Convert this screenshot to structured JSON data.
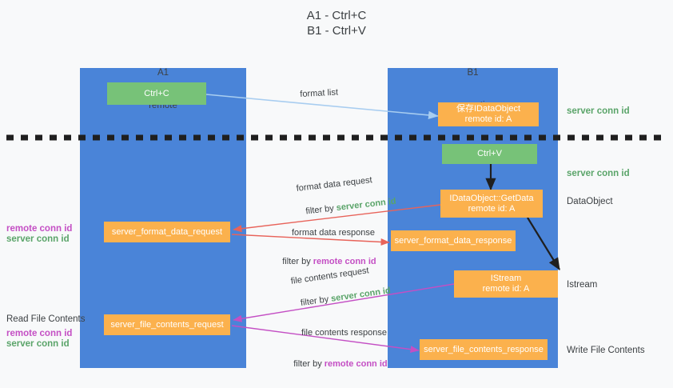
{
  "title": {
    "line1": "A1 - Ctrl+C",
    "line2": "B1 - Ctrl+V"
  },
  "columns": [
    {
      "name": "A1",
      "sub": "remote"
    },
    {
      "name": "B1",
      "sub": "connection"
    }
  ],
  "nodes": {
    "ctrl_c": "Ctrl+C",
    "ctrl_v": "Ctrl+V",
    "save_idataobject": "保存IDataObject\nremote id: A",
    "idataobject_getdata": "IDataObject::GetData\nremote id: A",
    "istream": "IStream\nremote id: A",
    "server_format_data_request": "server_format_data_request",
    "server_format_data_response": "server_format_data_response",
    "server_file_contents_request": "server_file_contents_request",
    "server_file_contents_response": "server_file_contents_response"
  },
  "side_labels": {
    "server_conn_id_top": "server conn id",
    "server_conn_id_mid": "server conn id",
    "dataobject": "DataObject",
    "istream": "Istream",
    "write_file_contents": "Write File Contents",
    "read_file_contents": "Read File Contents",
    "remote_conn_id": "remote conn id",
    "server_conn_id": "server conn id"
  },
  "edge_labels": {
    "format_list": "format list",
    "format_data_request": "format data request",
    "format_data_request_filter_pre": "filter by ",
    "format_data_request_filter_key": "server conn id",
    "format_data_response": "format data response",
    "format_data_response_filter_pre": "filter by ",
    "format_data_response_filter_key": "remote conn id",
    "file_contents_request": "file contents request",
    "file_contents_request_filter_pre": "filter by ",
    "file_contents_request_filter_key": "server conn id",
    "file_contents_response": "file contents response",
    "file_contents_response_filter_pre": "filter by ",
    "file_contents_response_filter_key": "remote conn id"
  },
  "colors": {
    "lane": "#4a84d8",
    "green_node": "#77c278",
    "orange_node": "#fbb14d",
    "green_text": "#5aa469",
    "purple_text": "#c44fc4",
    "red_arrow": "#e8635a",
    "purple_arrow": "#c44fc4",
    "blue_arrow": "#a8cdf0",
    "black": "#1f1f1f",
    "background": "#f8f9fa"
  }
}
